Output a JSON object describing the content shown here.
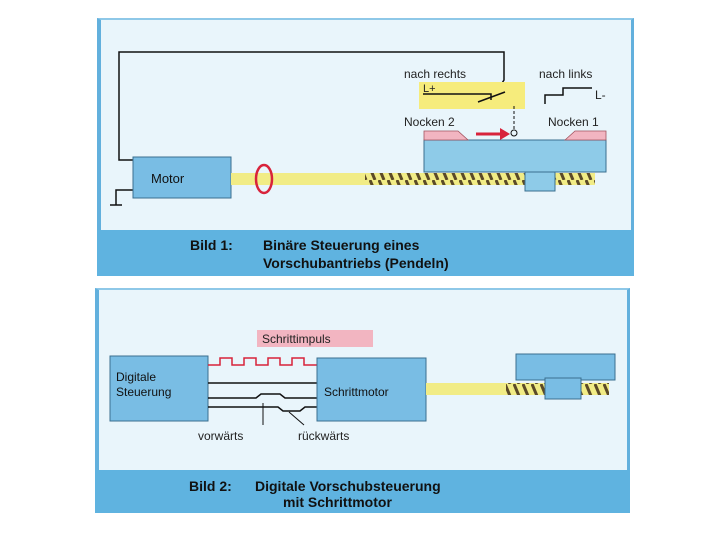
{
  "figure1": {
    "caption_number": "Bild 1:",
    "caption_line1": "Binäre Steuerung eines",
    "caption_line2": "Vorschubantriebs (Pendeln)",
    "motor_label": "Motor",
    "right_label": "nach rechts",
    "left_label": "nach links",
    "l_plus": "L+",
    "l_minus": "L-",
    "cam2_label": "Nocken 2",
    "cam1_label": "Nocken 1"
  },
  "figure2": {
    "caption_number": "Bild 2:",
    "caption_line1": "Digitale Vorschubsteuerung",
    "caption_line2": "mit Schrittmotor",
    "controller_label_line1": "Digitale",
    "controller_label_line2": "Steuerung",
    "stepper_label": "Schrittmotor",
    "pulse_label": "Schrittimpuls",
    "forward_label": "vorwärts",
    "backward_label": "rückwärts"
  },
  "colors": {
    "panel_bg": "#e9f5fb",
    "box_fill": "#79bde4",
    "caption_bg": "#5fb3e0",
    "shaft": "#f1ec86",
    "highlight_yellow": "#f6ec7c",
    "pink": "#f2b5c1",
    "red": "#d8233b",
    "table": "#8ecbe8"
  }
}
